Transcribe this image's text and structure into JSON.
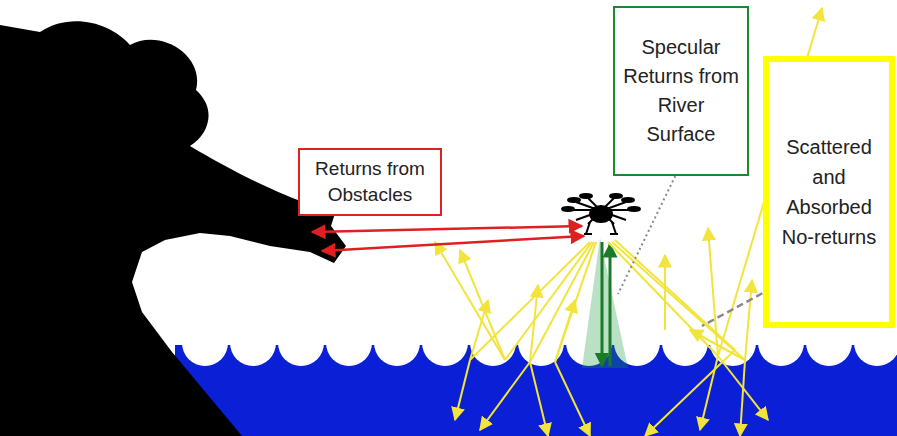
{
  "diagram": {
    "nodes": [
      {
        "text": [
          "Returns from Obstacles"
        ]
      },
      {
        "text": [
          "Specular Returns from River Surface"
        ]
      },
      {
        "text": [
          "Scattered and Absorbed No-returns"
        ]
      }
    ],
    "edges": []
  }
}
